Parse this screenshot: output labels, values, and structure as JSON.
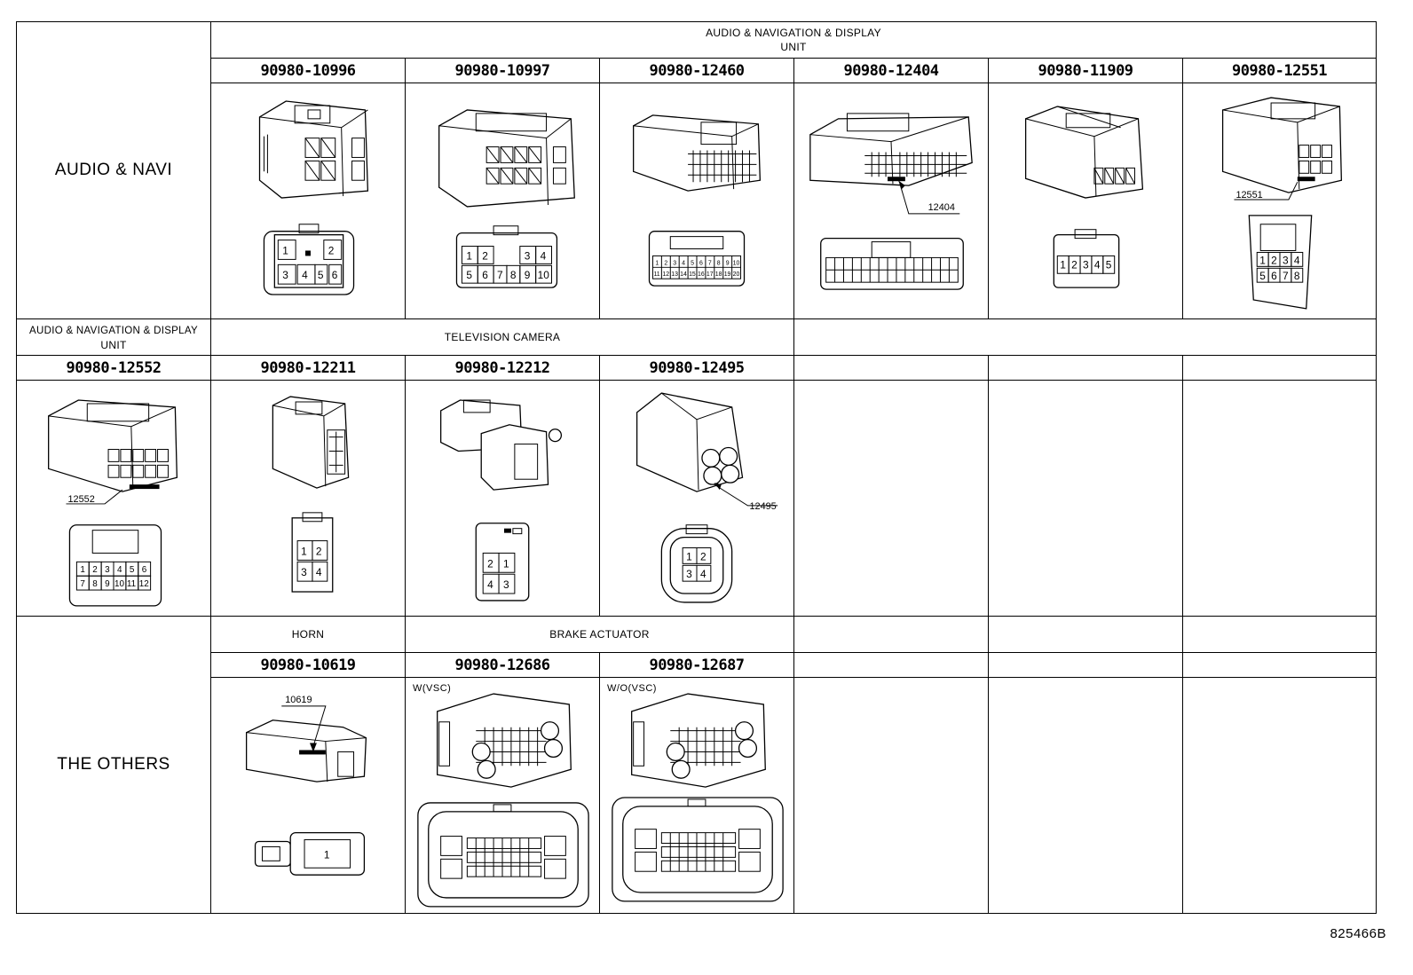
{
  "diagram_id": "825466B",
  "groups": {
    "audio_navi": "AUDIO & NAVI",
    "the_others": "THE OTHERS"
  },
  "headers": {
    "row1_system": "AUDIO & NAVIGATION & DISPLAY",
    "row1_system_2": "UNIT",
    "row2_system_a": "AUDIO & NAVIGATION & DISPLAY",
    "row2_system_a_2": "UNIT",
    "row2_system_b": "TELEVISION CAMERA",
    "row3_system_a": "HORN",
    "row3_system_b": "BRAKE ACTUATOR"
  },
  "connectors": {
    "row1": [
      {
        "part": "90980-10996",
        "pins": [
          "1",
          "2",
          "3",
          "4",
          "5",
          "6"
        ]
      },
      {
        "part": "90980-10997",
        "pins": [
          "1",
          "2",
          "3",
          "4",
          "5",
          "6",
          "7",
          "8",
          "9",
          "10"
        ]
      },
      {
        "part": "90980-12460",
        "pins": [
          "1",
          "2",
          "3",
          "4",
          "5",
          "6",
          "7",
          "8",
          "9",
          "10",
          "11",
          "12",
          "13",
          "14",
          "15",
          "16",
          "17",
          "18",
          "19",
          "20"
        ]
      },
      {
        "part": "90980-12404",
        "callout": "12404"
      },
      {
        "part": "90980-11909",
        "pins": [
          "1",
          "2",
          "3",
          "4",
          "5"
        ]
      },
      {
        "part": "90980-12551",
        "callout": "12551",
        "pins": [
          "1",
          "2",
          "3",
          "4",
          "5",
          "6",
          "7",
          "8"
        ]
      }
    ],
    "row2": [
      {
        "part": "90980-12552",
        "callout": "12552",
        "pins": [
          "1",
          "2",
          "3",
          "4",
          "5",
          "6",
          "7",
          "8",
          "9",
          "10",
          "11",
          "12"
        ]
      },
      {
        "part": "90980-12211",
        "pins": [
          "1",
          "2",
          "3",
          "4"
        ]
      },
      {
        "part": "90980-12212",
        "pins": [
          "2",
          "1",
          "4",
          "3"
        ]
      },
      {
        "part": "90980-12495",
        "callout": "12495",
        "pins": [
          "1",
          "2",
          "3",
          "4"
        ]
      }
    ],
    "row3": [
      {
        "part": "90980-10619",
        "callout": "10619",
        "pins": [
          "1"
        ]
      },
      {
        "part": "90980-12686",
        "tag": "W(VSC)"
      },
      {
        "part": "90980-12687",
        "tag": "W/O(VSC)"
      }
    ]
  }
}
